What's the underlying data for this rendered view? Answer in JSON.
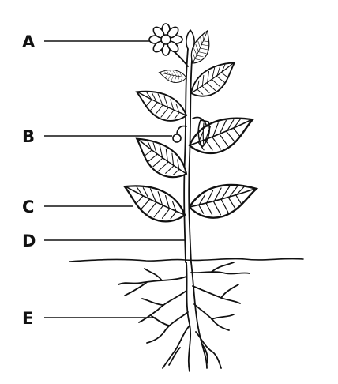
{
  "labels": {
    "a": "A",
    "b": "B",
    "c": "C",
    "d": "D",
    "e": "E"
  },
  "colors": {
    "ink": "#111111",
    "leaf_fill": "#ffffff",
    "background": "#ffffff"
  }
}
